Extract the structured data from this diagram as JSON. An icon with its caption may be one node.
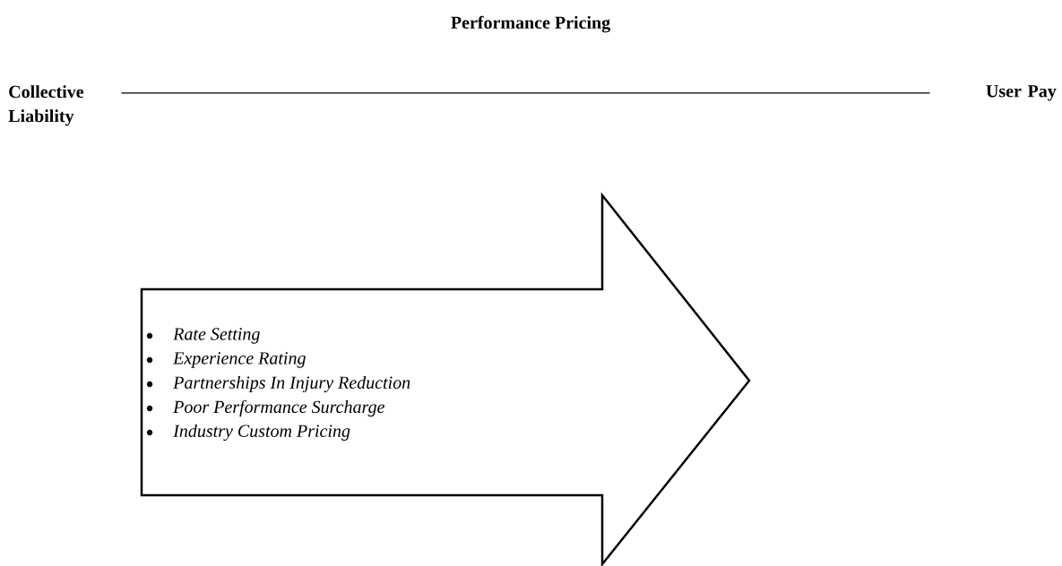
{
  "diagram": {
    "title": "Performance Pricing",
    "nodes": [
      {
        "text": [
          "Collective Liability"
        ]
      },
      {
        "text": [
          "User Pay"
        ]
      },
      {
        "text": [
          "Rate Setting",
          "Experience Rating",
          "Partnerships In Injury Reduction",
          "Poor Performance Surcharge",
          "Industry Custom Pricing"
        ]
      }
    ],
    "edges": [
      {
        "from": 0,
        "to": 1,
        "arrow": "none"
      }
    ]
  }
}
